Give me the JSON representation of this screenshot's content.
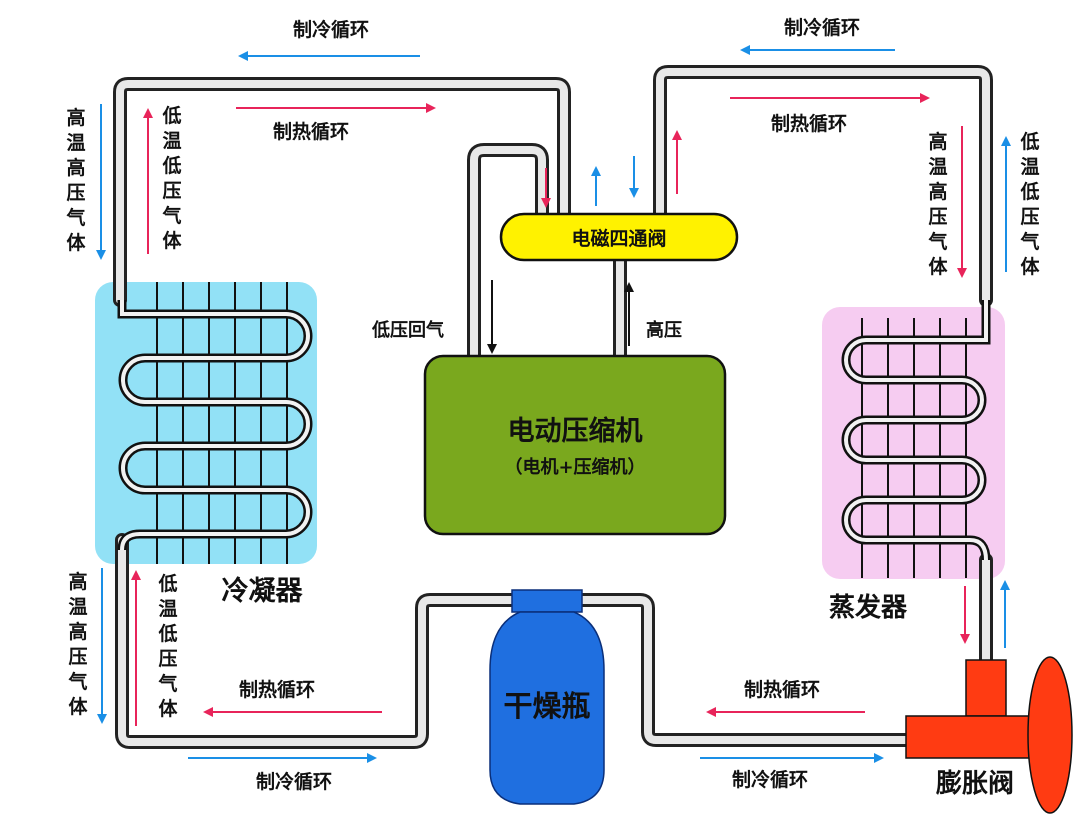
{
  "labels": {
    "cooling_cycle": "制冷循环",
    "heating_cycle": "制热循环",
    "valve4": "电磁四通阀",
    "compressor_title": "电动压缩机",
    "compressor_sub": "（电机+压缩机）",
    "low_pressure_return": "低压回气",
    "high_pressure": "高压",
    "condenser": "冷凝器",
    "evaporator": "蒸发器",
    "drier": "干燥瓶",
    "expansion_valve": "膨胀阀",
    "hp_gas": [
      "高",
      "温",
      "高",
      "压",
      "气",
      "体"
    ],
    "lp_gas": [
      "低",
      "温",
      "低",
      "压",
      "气",
      "体"
    ]
  },
  "colors": {
    "condenser": "#7fdcf5",
    "evaporator": "#f5c6f0",
    "compressor": "#7aa81e",
    "valve": "#fff200",
    "drier": "#1f6fe0",
    "expansion": "#ff3b12",
    "cold_arrow": "#1a8fe6",
    "hot_arrow": "#e8245a"
  }
}
